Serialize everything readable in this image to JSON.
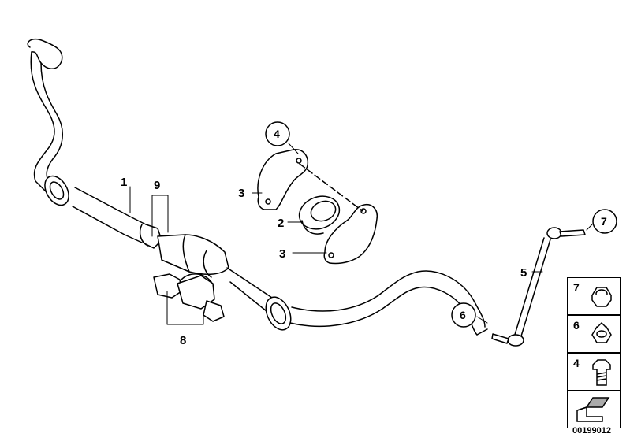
{
  "callouts": {
    "stabilizer_bar": "1",
    "bushing": "2",
    "bracket_upper": "3",
    "bracket_lower": "3",
    "bracket_bolt": "4",
    "link": "5",
    "link_nut_lower": "6",
    "link_nut_upper": "7",
    "sensor_group": "8",
    "actuator": "9"
  },
  "legend": [
    {
      "number": "7",
      "icon": "nut-icon"
    },
    {
      "number": "6",
      "icon": "self-locking-nut-icon"
    },
    {
      "number": "4",
      "icon": "bolt-icon"
    },
    {
      "number": "",
      "icon": "arrow-icon"
    }
  ],
  "reference_number": "00199012",
  "colors": {
    "line": "#000000",
    "background": "#ffffff",
    "fill": "#ffffff"
  }
}
